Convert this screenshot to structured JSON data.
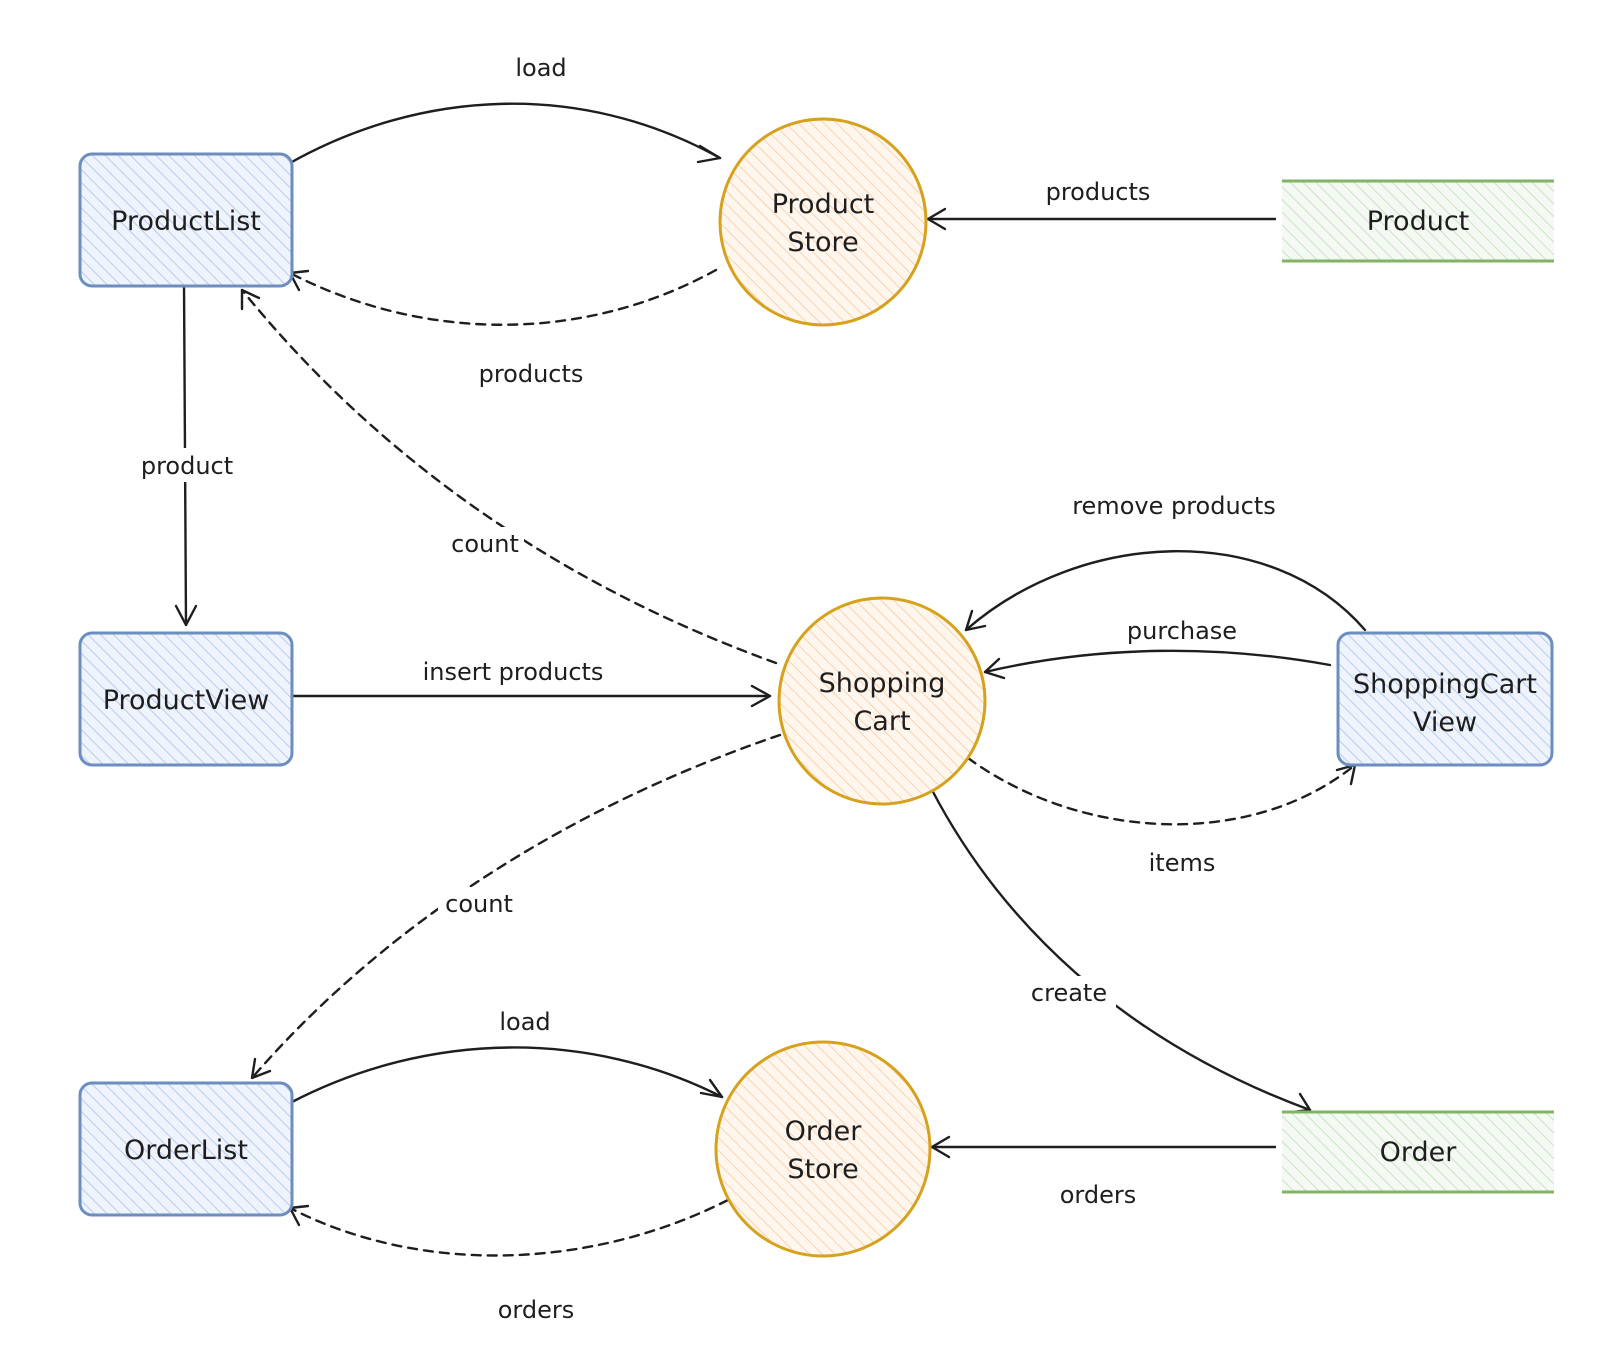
{
  "nodes": {
    "product_list": "ProductList",
    "product_view": "ProductView",
    "order_list": "OrderList",
    "product_store": [
      "Product",
      "Store"
    ],
    "shopping_cart": [
      "Shopping",
      "Cart"
    ],
    "order_store": [
      "Order",
      "Store"
    ],
    "shopping_cart_view": [
      "ShoppingCart",
      "View"
    ],
    "product": "Product",
    "order": "Order"
  },
  "edges": {
    "load_products": "load",
    "products_to_list": "products",
    "product_to_store": "products",
    "product_to_view": "product",
    "count_to_product_list": "count",
    "insert_products": "insert products",
    "remove_products": "remove products",
    "purchase": "purchase",
    "items": "items",
    "count_to_order_list": "count",
    "create": "create",
    "load_orders": "load",
    "orders_to_list": "orders",
    "order_to_store": "orders"
  },
  "colors": {
    "component_stroke": "#6c8ebf",
    "component_fill": "#dae8fc",
    "store_stroke": "#d6a21e",
    "store_fill": "#ffe6cc",
    "entity_stroke": "#82b366",
    "entity_fill": "#d5e8d4",
    "line": "#1e1e1e"
  }
}
